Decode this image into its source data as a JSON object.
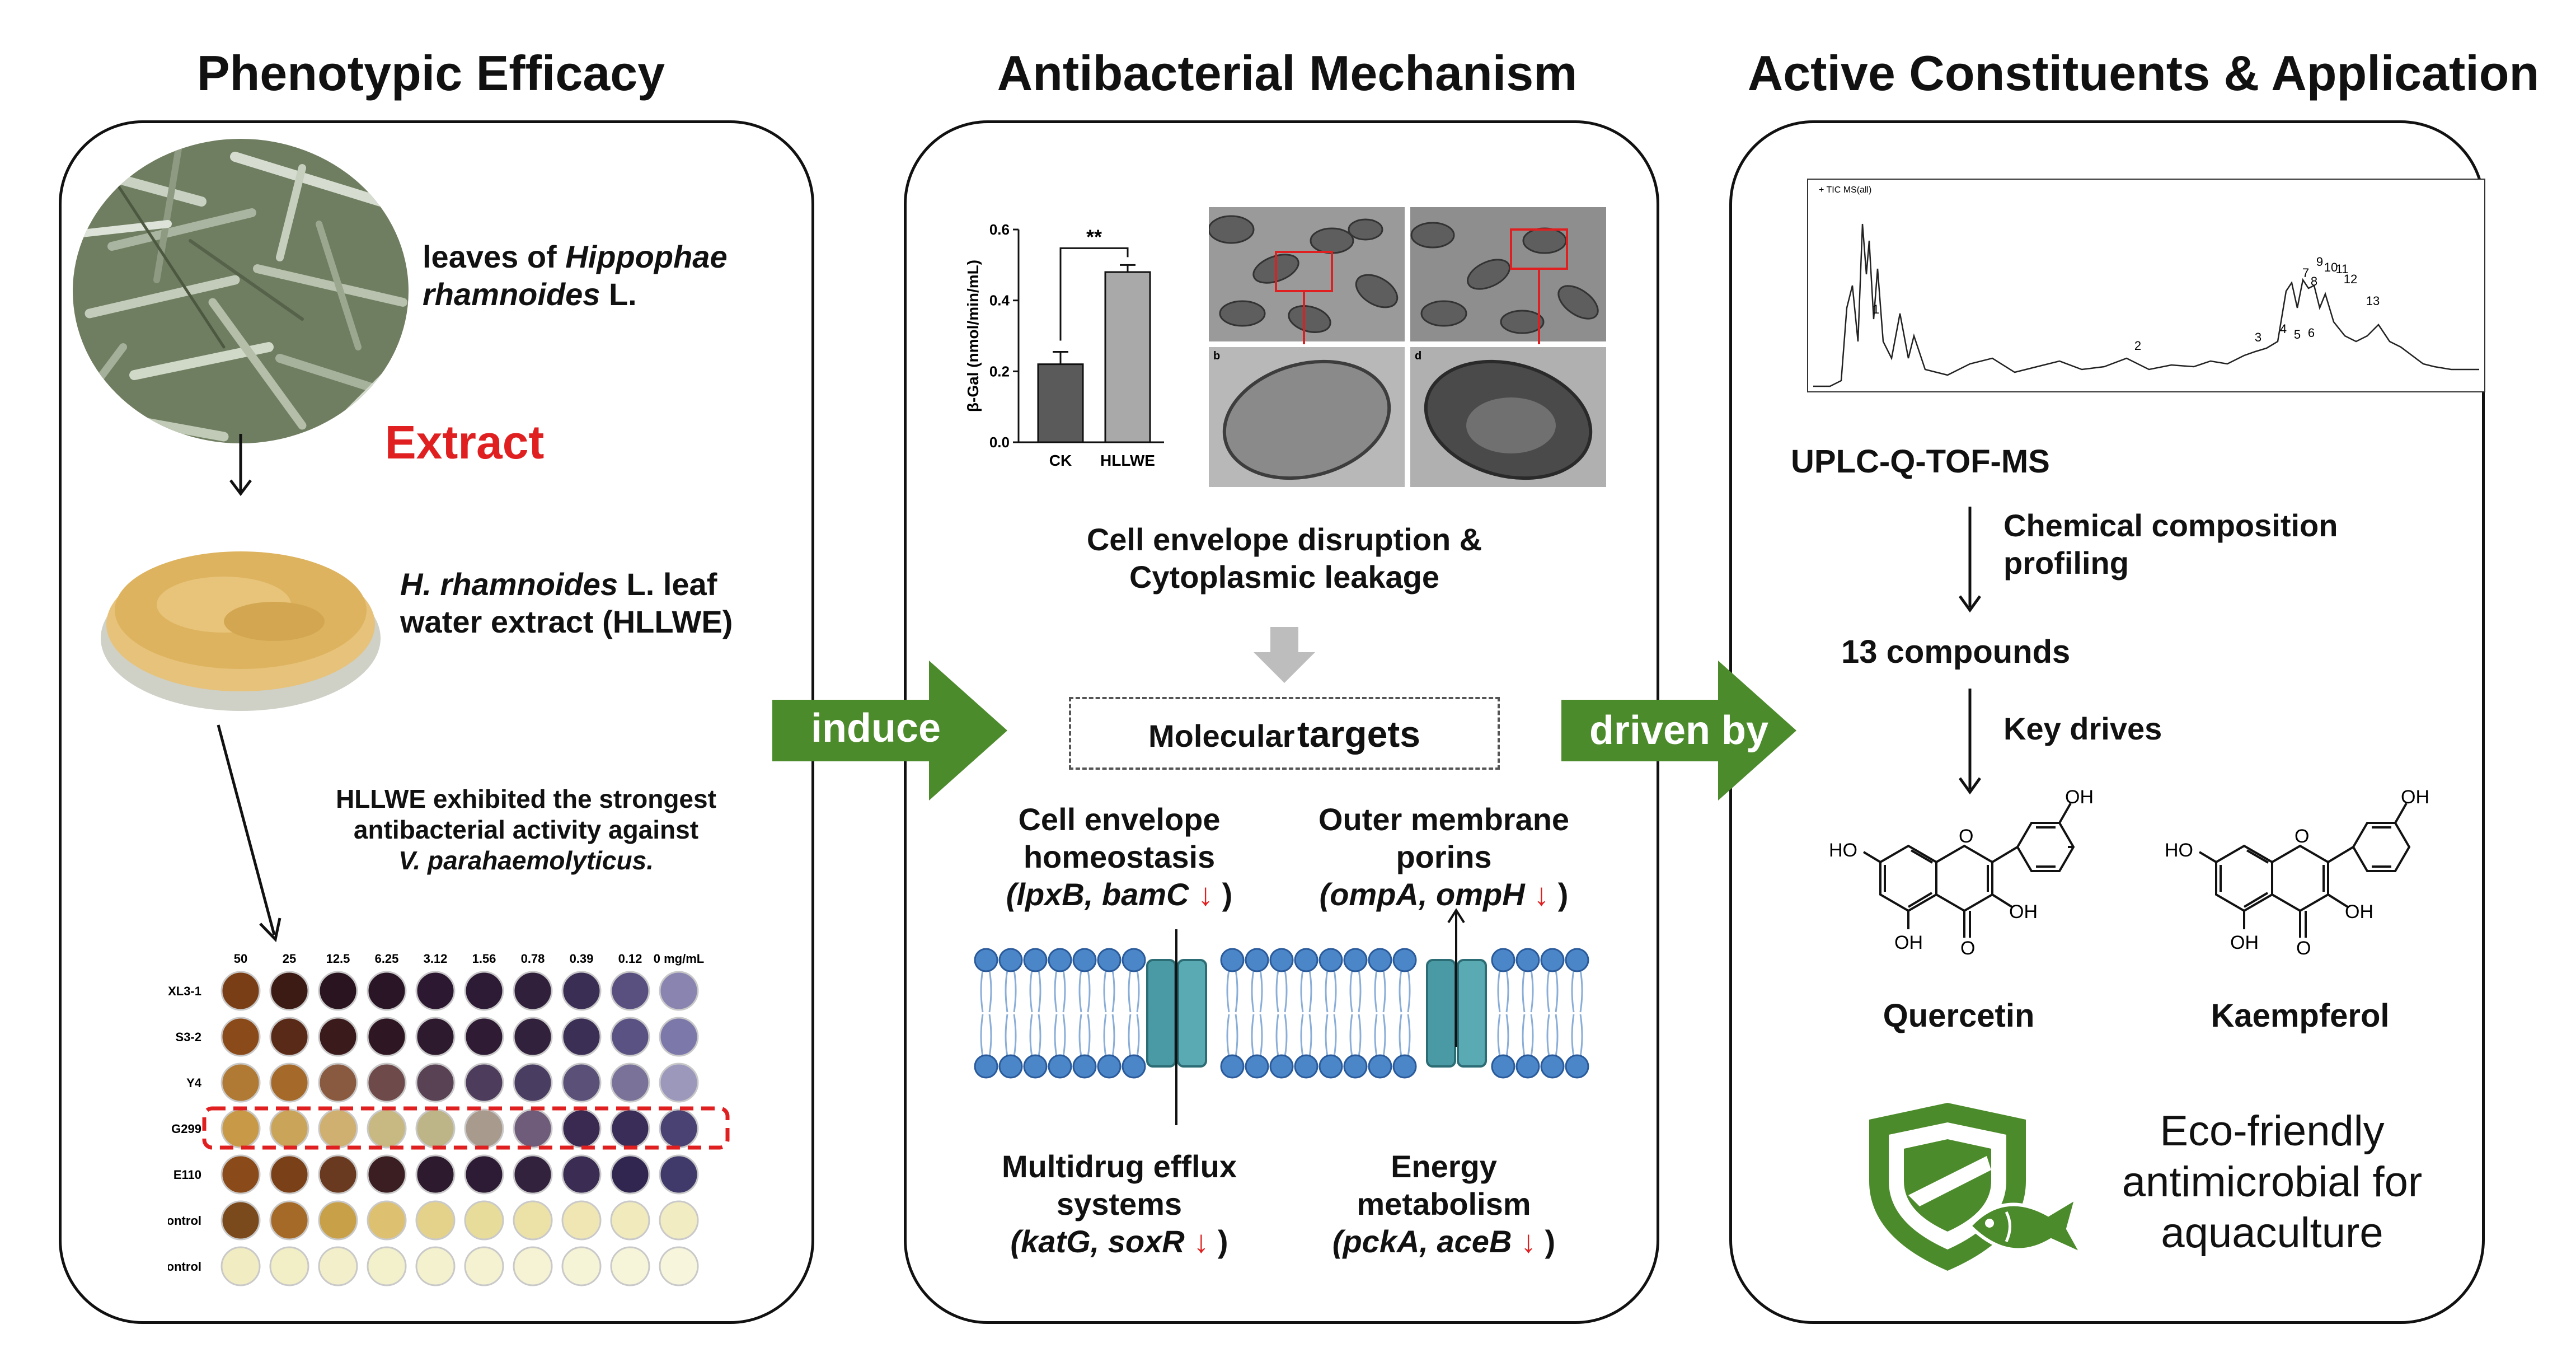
{
  "titles": {
    "left": "Phenotypic Efficacy",
    "middle": "Antibacterial Mechanism",
    "right": "Active Constituents & Application"
  },
  "left": {
    "leaves_label_1": "leaves of",
    "leaves_label_2": "Hippophae",
    "leaves_label_3": "rhamnoides",
    "leaves_label_4": "L.",
    "extract": "Extract",
    "powder_1a": "H. rhamnoides",
    "powder_1b": "L. leaf",
    "powder_2": "water extract  (HLLWE)",
    "activity_1": "HLLWE exhibited the strongest",
    "activity_2": "antibacterial activity against",
    "activity_3": "V. parahaemolyticus.",
    "plate": {
      "concentrations": [
        "50",
        "25",
        "12.5",
        "6.25",
        "3.12",
        "1.56",
        "0.78",
        "0.39",
        "0.12",
        "0 mg/mL"
      ],
      "rows": [
        "XL3-1",
        "S3-2",
        "Y4",
        "G299",
        "E110",
        "Negative control",
        "Blank control"
      ]
    }
  },
  "arrows": {
    "induce": "induce",
    "driven_by": "driven by"
  },
  "middle": {
    "chart": {
      "ylabel": "β-Gal (nmol/min/mL)",
      "yticks": [
        "0.0",
        "0.2",
        "0.4",
        "0.6"
      ],
      "significance": "**"
    },
    "tem_labels": [
      "b",
      "d"
    ],
    "envelope_1": "Cell envelope disruption &",
    "envelope_2": "Cytoplasmic leakage",
    "molecular": "Molecular",
    "targets": "targets",
    "t1_1": "Cell envelope",
    "t1_2": "homeostasis",
    "t1_3": "(lpxB, bamC",
    "t2_1": "Outer membrane",
    "t2_2": "porins",
    "t2_3": "(ompA, ompH",
    "t3_1": "Multidrug efflux",
    "t3_2": "systems",
    "t3_3": "(katG, soxR",
    "t4_1": "Energy",
    "t4_2": "metabolism",
    "t4_3": "(pckA, aceB",
    "down_arrow": "↓",
    "close_paren": " )"
  },
  "right": {
    "tic_label": "+ TIC MS(all)",
    "peaks": [
      "1",
      "2",
      "3",
      "4",
      "5",
      "6",
      "7",
      "8",
      "9",
      "10",
      "11",
      "12",
      "13"
    ],
    "method": "UPLC-Q-TOF-MS",
    "profiling_1": "Chemical composition",
    "profiling_2": "profiling",
    "compounds": "13 compounds",
    "key_drives": "Key drives",
    "compound_1": "Quercetin",
    "compound_2": "Kaempferol",
    "app_1": "Eco-friendly",
    "app_2": "antimicrobial for",
    "app_3": "aquaculture",
    "oh": "OH",
    "ho": "HO",
    "o": "O"
  },
  "chart_data": {
    "type": "bar",
    "categories": [
      "CK",
      "HLLWE"
    ],
    "values": [
      0.22,
      0.48
    ],
    "errors": [
      0.035,
      0.02
    ],
    "title": "",
    "xlabel": "",
    "ylabel": "β-Gal (nmol/min/mL)",
    "ylim": [
      0,
      0.6
    ],
    "colors": [
      "#5a5a5a",
      "#a9a9a9"
    ],
    "grid": false
  },
  "colors": {
    "green": "#4c8b2b",
    "red": "#e02020",
    "membrane_blue": "#4a86c8",
    "channel_teal": "#4a9aa5"
  }
}
